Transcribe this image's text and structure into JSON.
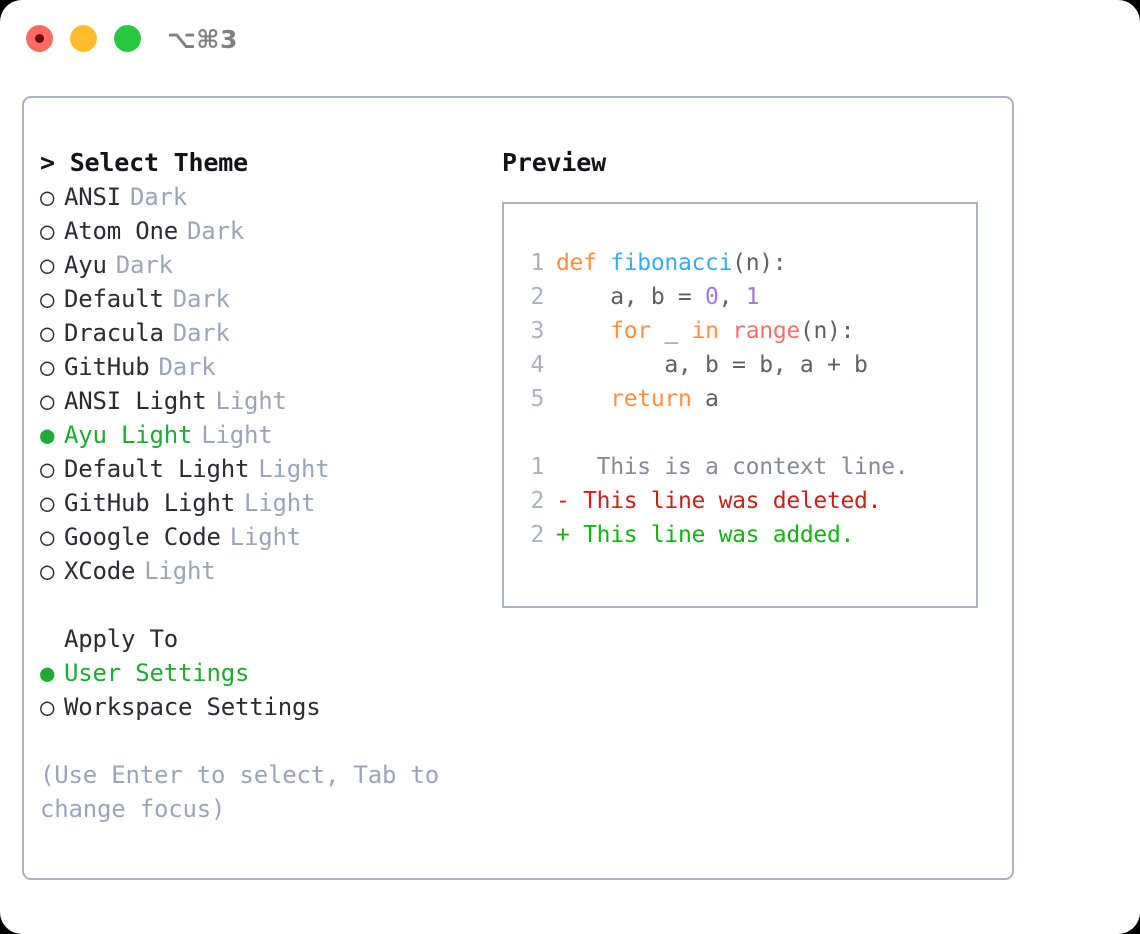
{
  "titlebar": {
    "shortcut": "⌥⌘3",
    "lights": [
      {
        "name": "close",
        "color": "#ff6b60"
      },
      {
        "name": "minimize",
        "color": "#ffbd2e"
      },
      {
        "name": "maximize",
        "color": "#28c840"
      }
    ]
  },
  "theme_picker": {
    "title": "> Select Theme",
    "bullet_off": "○",
    "bullet_on": "●",
    "items": [
      {
        "bullet": "○",
        "name": "ANSI",
        "tag": "Dark",
        "selected": false
      },
      {
        "bullet": "○",
        "name": "Atom One",
        "tag": "Dark",
        "selected": false
      },
      {
        "bullet": "○",
        "name": "Ayu",
        "tag": "Dark",
        "selected": false
      },
      {
        "bullet": "○",
        "name": "Default",
        "tag": "Dark",
        "selected": false
      },
      {
        "bullet": "○",
        "name": "Dracula",
        "tag": "Dark",
        "selected": false
      },
      {
        "bullet": "○",
        "name": "GitHub",
        "tag": "Dark",
        "selected": false
      },
      {
        "bullet": "○",
        "name": "ANSI Light",
        "tag": "Light",
        "selected": false
      },
      {
        "bullet": "●",
        "name": "Ayu Light",
        "tag": "Light",
        "selected": true
      },
      {
        "bullet": "○",
        "name": "Default Light",
        "tag": "Light",
        "selected": false
      },
      {
        "bullet": "○",
        "name": "GitHub Light",
        "tag": "Light",
        "selected": false
      },
      {
        "bullet": "○",
        "name": "Google Code",
        "tag": "Light",
        "selected": false
      },
      {
        "bullet": "○",
        "name": "XCode",
        "tag": "Light",
        "selected": false
      }
    ]
  },
  "apply_to": {
    "title": "Apply To",
    "items": [
      {
        "bullet": "●",
        "label": "User Settings",
        "selected": true
      },
      {
        "bullet": "○",
        "label": "Workspace Settings",
        "selected": false
      }
    ]
  },
  "hint": "(Use Enter to select, Tab to change focus)",
  "preview": {
    "title": "Preview",
    "code_lines": [
      {
        "lineno": "1",
        "tokens": [
          {
            "text": "def ",
            "kind": "kw"
          },
          {
            "text": "fibonacci",
            "kind": "fn"
          },
          {
            "text": "(n):",
            "kind": "plain"
          }
        ]
      },
      {
        "lineno": "2",
        "tokens": [
          {
            "text": "    a, b = ",
            "kind": "plain"
          },
          {
            "text": "0",
            "kind": "num"
          },
          {
            "text": ", ",
            "kind": "plain"
          },
          {
            "text": "1",
            "kind": "num"
          }
        ]
      },
      {
        "lineno": "3",
        "tokens": [
          {
            "text": "    ",
            "kind": "plain"
          },
          {
            "text": "for",
            "kind": "kw"
          },
          {
            "text": " _ ",
            "kind": "plain"
          },
          {
            "text": "in",
            "kind": "kw"
          },
          {
            "text": " ",
            "kind": "plain"
          },
          {
            "text": "range",
            "kind": "call"
          },
          {
            "text": "(n):",
            "kind": "plain"
          }
        ]
      },
      {
        "lineno": "4",
        "tokens": [
          {
            "text": "        a, b = b, a + b",
            "kind": "plain"
          }
        ]
      },
      {
        "lineno": "5",
        "tokens": [
          {
            "text": "    ",
            "kind": "plain"
          },
          {
            "text": "return",
            "kind": "kw"
          },
          {
            "text": " a",
            "kind": "plain"
          }
        ]
      }
    ],
    "diff_lines": [
      {
        "lineno": "1",
        "marker": " ",
        "text": "  This is a context line.",
        "kind": "ctx"
      },
      {
        "lineno": "2",
        "marker": "-",
        "text": " This line was deleted.",
        "kind": "del"
      },
      {
        "lineno": "2",
        "marker": "+",
        "text": " This line was added.",
        "kind": "add"
      }
    ]
  },
  "colors": {
    "accent_green": "#1faa34",
    "muted": "#9aa5b8",
    "border": "#a9b2c3",
    "text": "#2b2b33",
    "kw": "#ff8f40",
    "fn": "#39aaf5",
    "num": "#a37acc",
    "call": "#f07171",
    "diff_add": "#13b313",
    "diff_del": "#c4241b"
  }
}
